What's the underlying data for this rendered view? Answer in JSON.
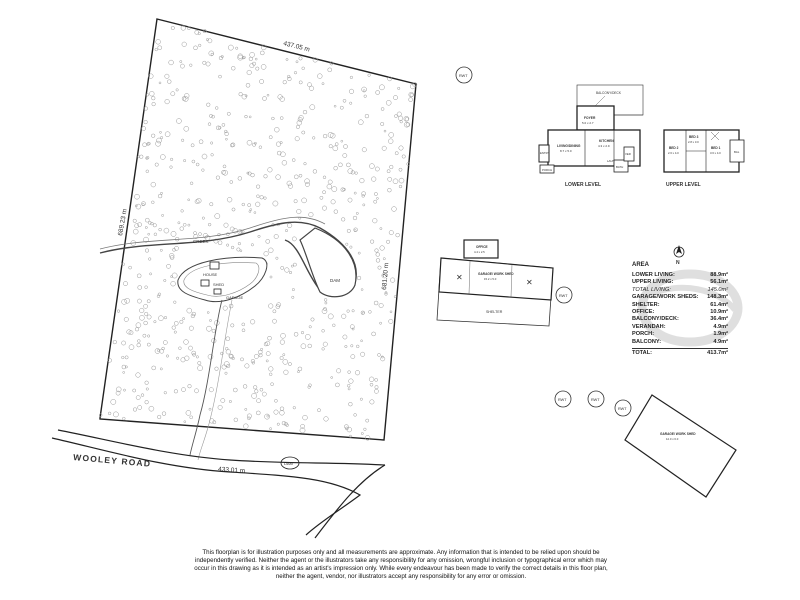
{
  "site": {
    "dimensions": {
      "top": "437.05 m",
      "left": "689.23 m",
      "right": "681.20 m",
      "bottom": "433.01 m"
    },
    "road_label": "WOOLEY ROAD",
    "creek_label": "CREEK",
    "dam_label": "DAM",
    "dam2_label": "DAM",
    "house_label": "HOUSE",
    "shed_label": "SHED",
    "garage_label": "GARAGE"
  },
  "rwt_label": "RWT",
  "lower_level": {
    "caption": "LOWER LEVEL",
    "balcony_label": "BALCONY/DECK",
    "foyer_label": "FOYER",
    "foyer_dims": "5.0 x 2.7",
    "living_label": "LIVING/DINING",
    "living_dims": "8.7 x 5.0",
    "kitchen_label": "KITCHEN",
    "kitchen_dims": "4.3 x 2.9",
    "entry_label": "ENTRY",
    "porch_label": "PORCH",
    "bath_label": "BATH",
    "ver_label": "VER",
    "laun_label": "LAUN"
  },
  "upper_level": {
    "caption": "UPPER LEVEL",
    "bed1_label": "BED 1",
    "bed1_dims": "3.6 x 4.0",
    "bed2_label": "BED 2",
    "bed2_dims": "2.6 x 4.0",
    "bed3_label": "BED 3",
    "bed3_dims": "2.8 x 3.0",
    "bal_label": "BAL"
  },
  "shed_plan": {
    "office_label": "OFFICE",
    "office_dims": "4.4 x 2.5",
    "shed_label": "GARAGE/ WORK SHED",
    "shed_dims": "15.2 x 5.0",
    "shelter_label": "SHELTER"
  },
  "garage_plan": {
    "label": "GARAGE/ WORK SHED",
    "dims": "12.0 x 6.0"
  },
  "compass_label": "N",
  "area": {
    "title": "AREA",
    "rows": [
      {
        "label": "LOWER LIVING:",
        "value": "88.9m²"
      },
      {
        "label": "UPPER LIVING:",
        "value": "56.1m²"
      },
      {
        "label": "TOTAL LIVING:",
        "value": "145.0m²"
      },
      {
        "label": "GARAGE/WORK SHEDS:",
        "value": "148.3m²"
      },
      {
        "label": "SHELTER:",
        "value": "61.4m²"
      },
      {
        "label": "OFFICE:",
        "value": "10.9m²"
      },
      {
        "label": "BALCONY/DECK:",
        "value": "36.4m²"
      },
      {
        "label": "VERANDAH:",
        "value": "4.9m²"
      },
      {
        "label": "PORCH:",
        "value": "1.9m²"
      },
      {
        "label": "BALCONY:",
        "value": "4.9m²"
      }
    ],
    "total_label": "TOTAL:",
    "total_value": "413.7m²"
  },
  "disclaimer": "This floorplan is for illustration purposes only and all measurements are approximate. Any information that is intended to be relied upon should be independently verified. Neither the agent or the illustrators take any responsibility for any omission, wrongful inclusion or typographical error which may occur in this drawing as it is intended as an artist's impression only. While every endeavour has been made to verify the correct details in this floor plan, neither the agent, vendor, nor illustrators accept any responsibility for any error or omission."
}
